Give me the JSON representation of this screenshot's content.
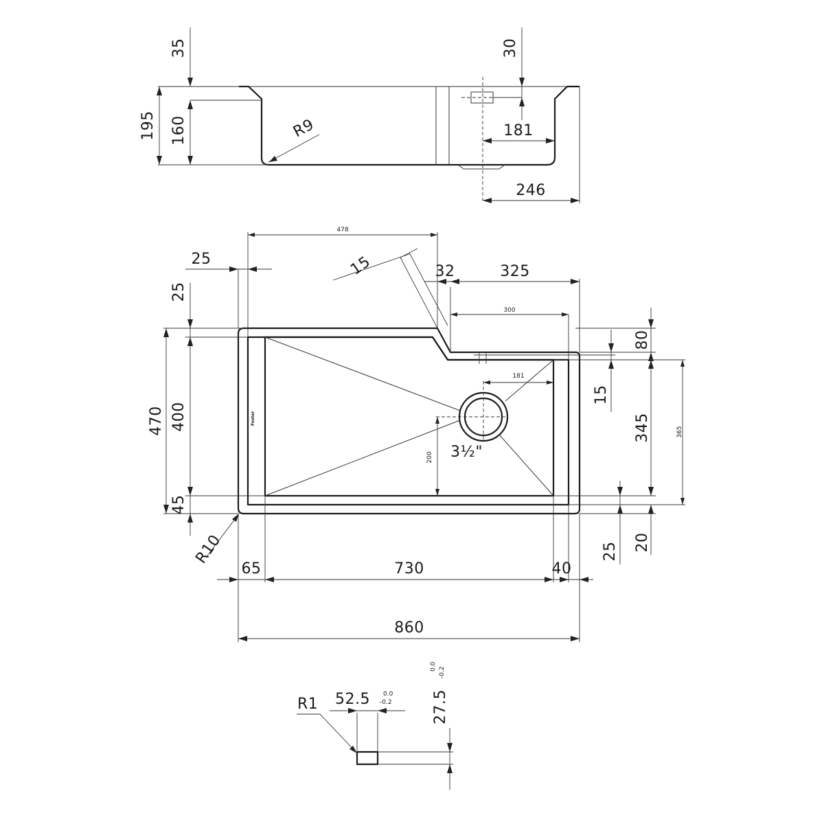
{
  "side_view": {
    "depth_total": "195",
    "depth_inner": "160",
    "rim_top": "35",
    "overflow_top": "30",
    "corner_radius": "R9",
    "drain_offset": "181",
    "drain_to_edge": "246"
  },
  "plan_view": {
    "notch_width": "478",
    "notch_angle": "15",
    "rim_left": "25",
    "rim_top_left": "25",
    "step_offset": "32",
    "right_width": "325",
    "right_inner": "300",
    "step_depth": "80",
    "step_rim": "15",
    "depth_outer": "470",
    "depth_inner": "400",
    "depth_bottom": "45",
    "right_depth_inner": "345",
    "right_depth_outer": "365",
    "bottom_rim_right": "25",
    "bottom_margin_right": "20",
    "drain_x": "181",
    "drain_y": "200",
    "drain_size": "3½\"",
    "corner_radius": "R10",
    "left_rim": "65",
    "inner_width": "730",
    "right_rim": "40",
    "overall_width": "860",
    "brand": "Foster"
  },
  "profile_detail": {
    "radius": "R1",
    "width": "52.5",
    "width_tol_upper": "0.0",
    "width_tol_lower": "-0.2",
    "height": "27.5",
    "height_tol_upper": "0.0",
    "height_tol_lower": "-0.2"
  }
}
